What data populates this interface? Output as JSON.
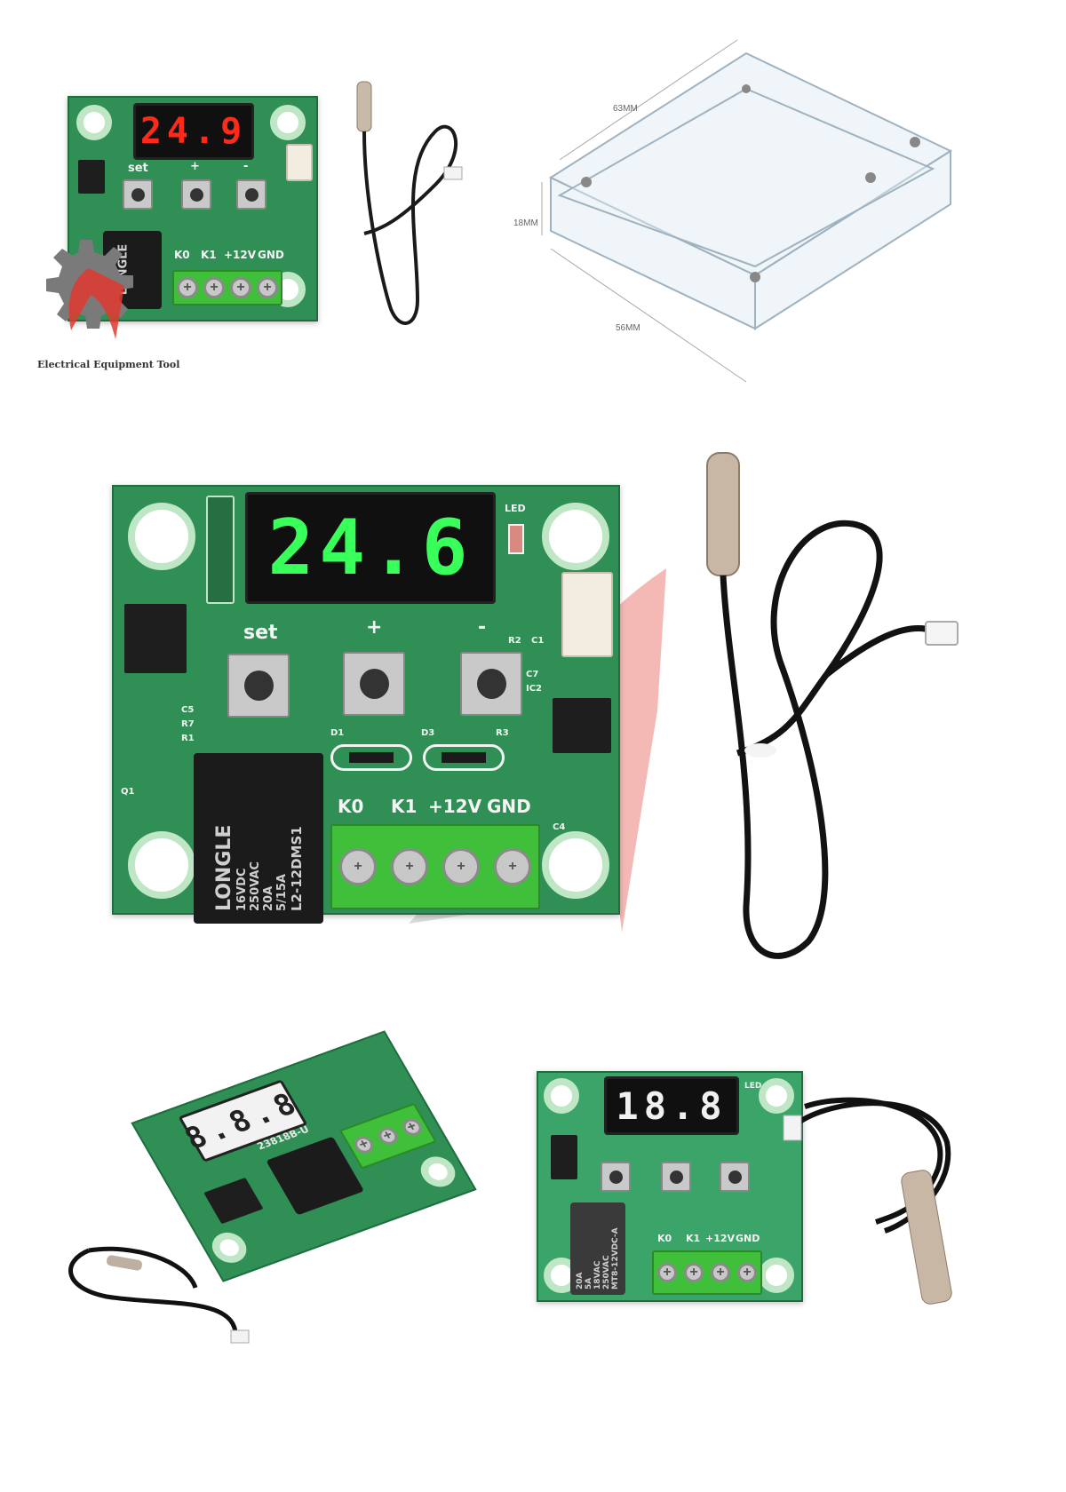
{
  "colors": {
    "pcb": "#2f8f55",
    "display_red": "#ff2a1a",
    "display_green": "#39ff5a",
    "display_white": "#f0f0f0",
    "watermark_red": "#e03a2f"
  },
  "brand": {
    "logo_text": "Electrical Equipment Tool",
    "logo_icon": "gear-icon"
  },
  "top_board": {
    "display": "24.9",
    "labels": [
      "set",
      "+",
      "-"
    ],
    "terminals": [
      "K0",
      "K1",
      "+12V",
      "GND"
    ],
    "relay": "LONGLE"
  },
  "case_dims": {
    "length": "63MM",
    "height": "18MM",
    "width": "56MM"
  },
  "main_board": {
    "display": "24.6",
    "led_label": "LED",
    "button_labels": [
      "set",
      "+",
      "-"
    ],
    "terminal_labels": [
      "K0",
      "K1",
      "+12V",
      "GND"
    ],
    "relay_lines": [
      "LONGLE",
      "16VDC",
      "250VAC",
      "20A",
      "5/15A",
      "L2-12DMS1"
    ],
    "component_labels": [
      "R2",
      "C1",
      "C7",
      "IC2",
      "C5",
      "R7",
      "R1",
      "Q1",
      "D1",
      "D3",
      "R3",
      "C4"
    ]
  },
  "bottom_left_board": {
    "display": "8.8.8",
    "label": "23818B-U"
  },
  "bottom_right_board": {
    "display": "18.8",
    "terminals": [
      "K0",
      "K1",
      "+12V",
      "GND"
    ],
    "relay_lines": [
      "20A",
      "5A",
      "18VAC",
      "250VAC",
      "MT8-12VDC-A"
    ],
    "led_label": "LED"
  }
}
